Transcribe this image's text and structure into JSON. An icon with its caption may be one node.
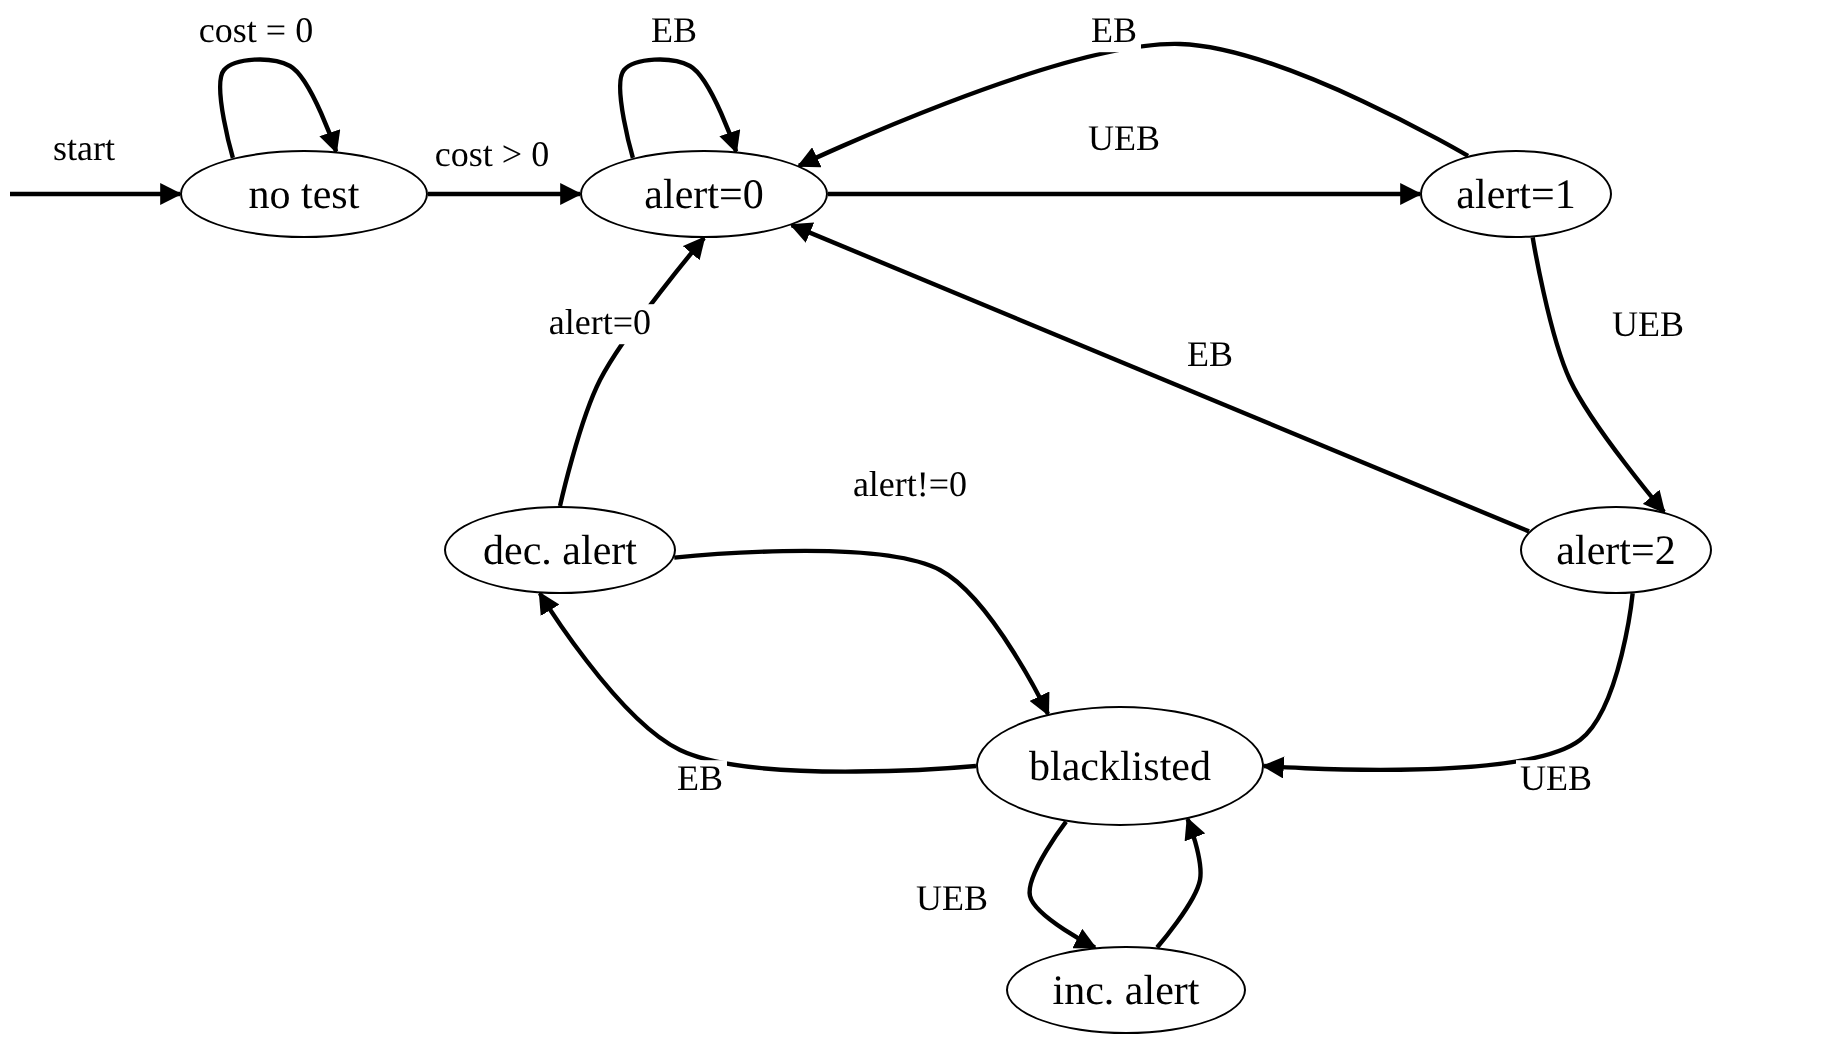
{
  "diagram": {
    "nodes": [
      {
        "text": [
          "no test"
        ]
      },
      {
        "text": [
          "alert=0"
        ]
      },
      {
        "text": [
          "alert=1"
        ]
      },
      {
        "text": [
          "alert=2"
        ]
      },
      {
        "text": [
          "dec. alert"
        ]
      },
      {
        "text": [
          "blacklisted"
        ]
      },
      {
        "text": [
          "inc. alert"
        ]
      }
    ],
    "edges": [
      {
        "from": null,
        "to": 0,
        "arrow": "to",
        "label": "start"
      },
      {
        "from": 0,
        "to": 0,
        "arrow": "to",
        "label": "cost = 0"
      },
      {
        "from": 0,
        "to": 1,
        "arrow": "to",
        "label": "cost > 0"
      },
      {
        "from": 1,
        "to": 1,
        "arrow": "to",
        "label": "EB"
      },
      {
        "from": 2,
        "to": 1,
        "arrow": "to",
        "label": "EB"
      },
      {
        "from": 1,
        "to": 2,
        "arrow": "to",
        "label": "UEB"
      },
      {
        "from": 2,
        "to": 3,
        "arrow": "to",
        "label": "UEB"
      },
      {
        "from": 3,
        "to": 1,
        "arrow": "to",
        "label": "EB"
      },
      {
        "from": 4,
        "to": 1,
        "arrow": "to",
        "label": "alert=0"
      },
      {
        "from": 4,
        "to": 5,
        "arrow": "to",
        "label": "alert!=0"
      },
      {
        "from": 5,
        "to": 4,
        "arrow": "to",
        "label": "EB"
      },
      {
        "from": 3,
        "to": 5,
        "arrow": "to",
        "label": "UEB"
      },
      {
        "from": 5,
        "to": 6,
        "arrow": "to",
        "label": "UEB"
      },
      {
        "from": 6,
        "to": 5,
        "arrow": "to"
      }
    ]
  }
}
